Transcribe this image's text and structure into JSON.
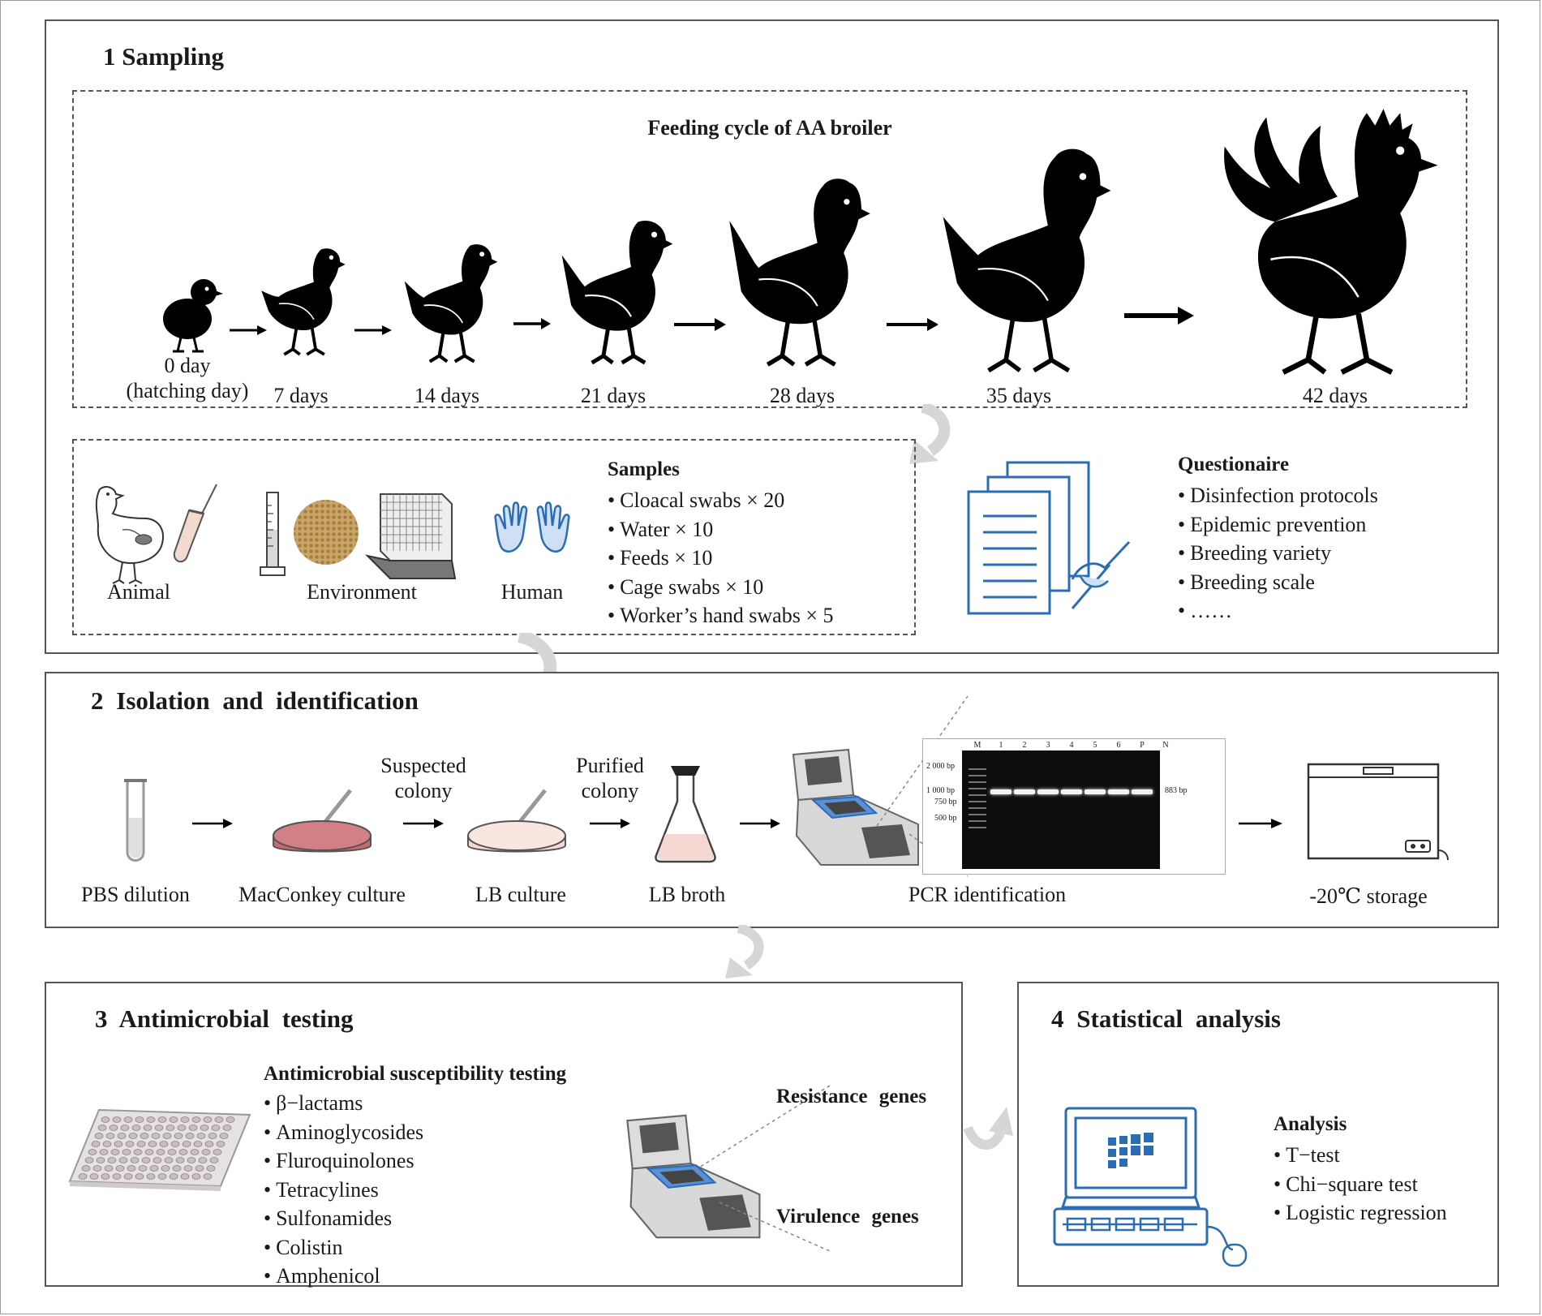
{
  "sampling": {
    "title": "1 Sampling",
    "feeding_title": "Feeding cycle of AA broiler",
    "stages": [
      {
        "line1": "0 day",
        "line2": "(hatching day)"
      },
      {
        "line1": "7 days"
      },
      {
        "line1": "14 days"
      },
      {
        "line1": "21 days"
      },
      {
        "line1": "28 days"
      },
      {
        "line1": "35 days"
      },
      {
        "line1": "42 days"
      }
    ],
    "source_labels": [
      "Animal",
      "Environment",
      "Human"
    ],
    "samples_title": "Samples",
    "samples": [
      "Cloacal swabs × 20",
      "Water × 10",
      "Feeds × 10",
      "Cage swabs × 10",
      "Worker’s hand swabs × 5"
    ],
    "questionnaire_title": "Questionaire",
    "questionnaire": [
      "Disinfection protocols",
      "Epidemic prevention",
      "Breeding variety",
      "Breeding scale",
      "……"
    ]
  },
  "isolation": {
    "title": "2 Isolation and identification",
    "steps": [
      "PBS dilution",
      "MacConkey culture",
      "LB culture",
      "LB broth",
      "PCR identification",
      "-20℃ storage"
    ],
    "suspected": [
      "Suspected",
      "colony"
    ],
    "purified": [
      "Purified",
      "colony"
    ],
    "gel": {
      "lanes": [
        "M",
        "1",
        "2",
        "3",
        "4",
        "5",
        "6",
        "P",
        "N"
      ],
      "markers": [
        "2 000 bp",
        "1 000 bp",
        "750 bp",
        "500 bp"
      ],
      "band_label": "883 bp"
    }
  },
  "antimicrobial": {
    "title": "3 Antimicrobial testing",
    "ast_title": "Antimicrobial susceptibility testing",
    "classes": [
      "β−lactams",
      "Aminoglycosides",
      "Fluroquinolones",
      "Tetracylines",
      "Sulfonamides",
      "Colistin",
      "Amphenicol"
    ],
    "resistance": "Resistance genes",
    "virulence": "Virulence genes"
  },
  "statistics": {
    "title": "4 Statistical analysis",
    "analysis_title": "Analysis",
    "methods": [
      "T−test",
      "Chi−square test",
      "Logistic regression"
    ]
  },
  "colors": {
    "icon_blue": "#2a6db5",
    "agar_red": "#c96a72",
    "agar_pink": "#f6d8d2"
  }
}
